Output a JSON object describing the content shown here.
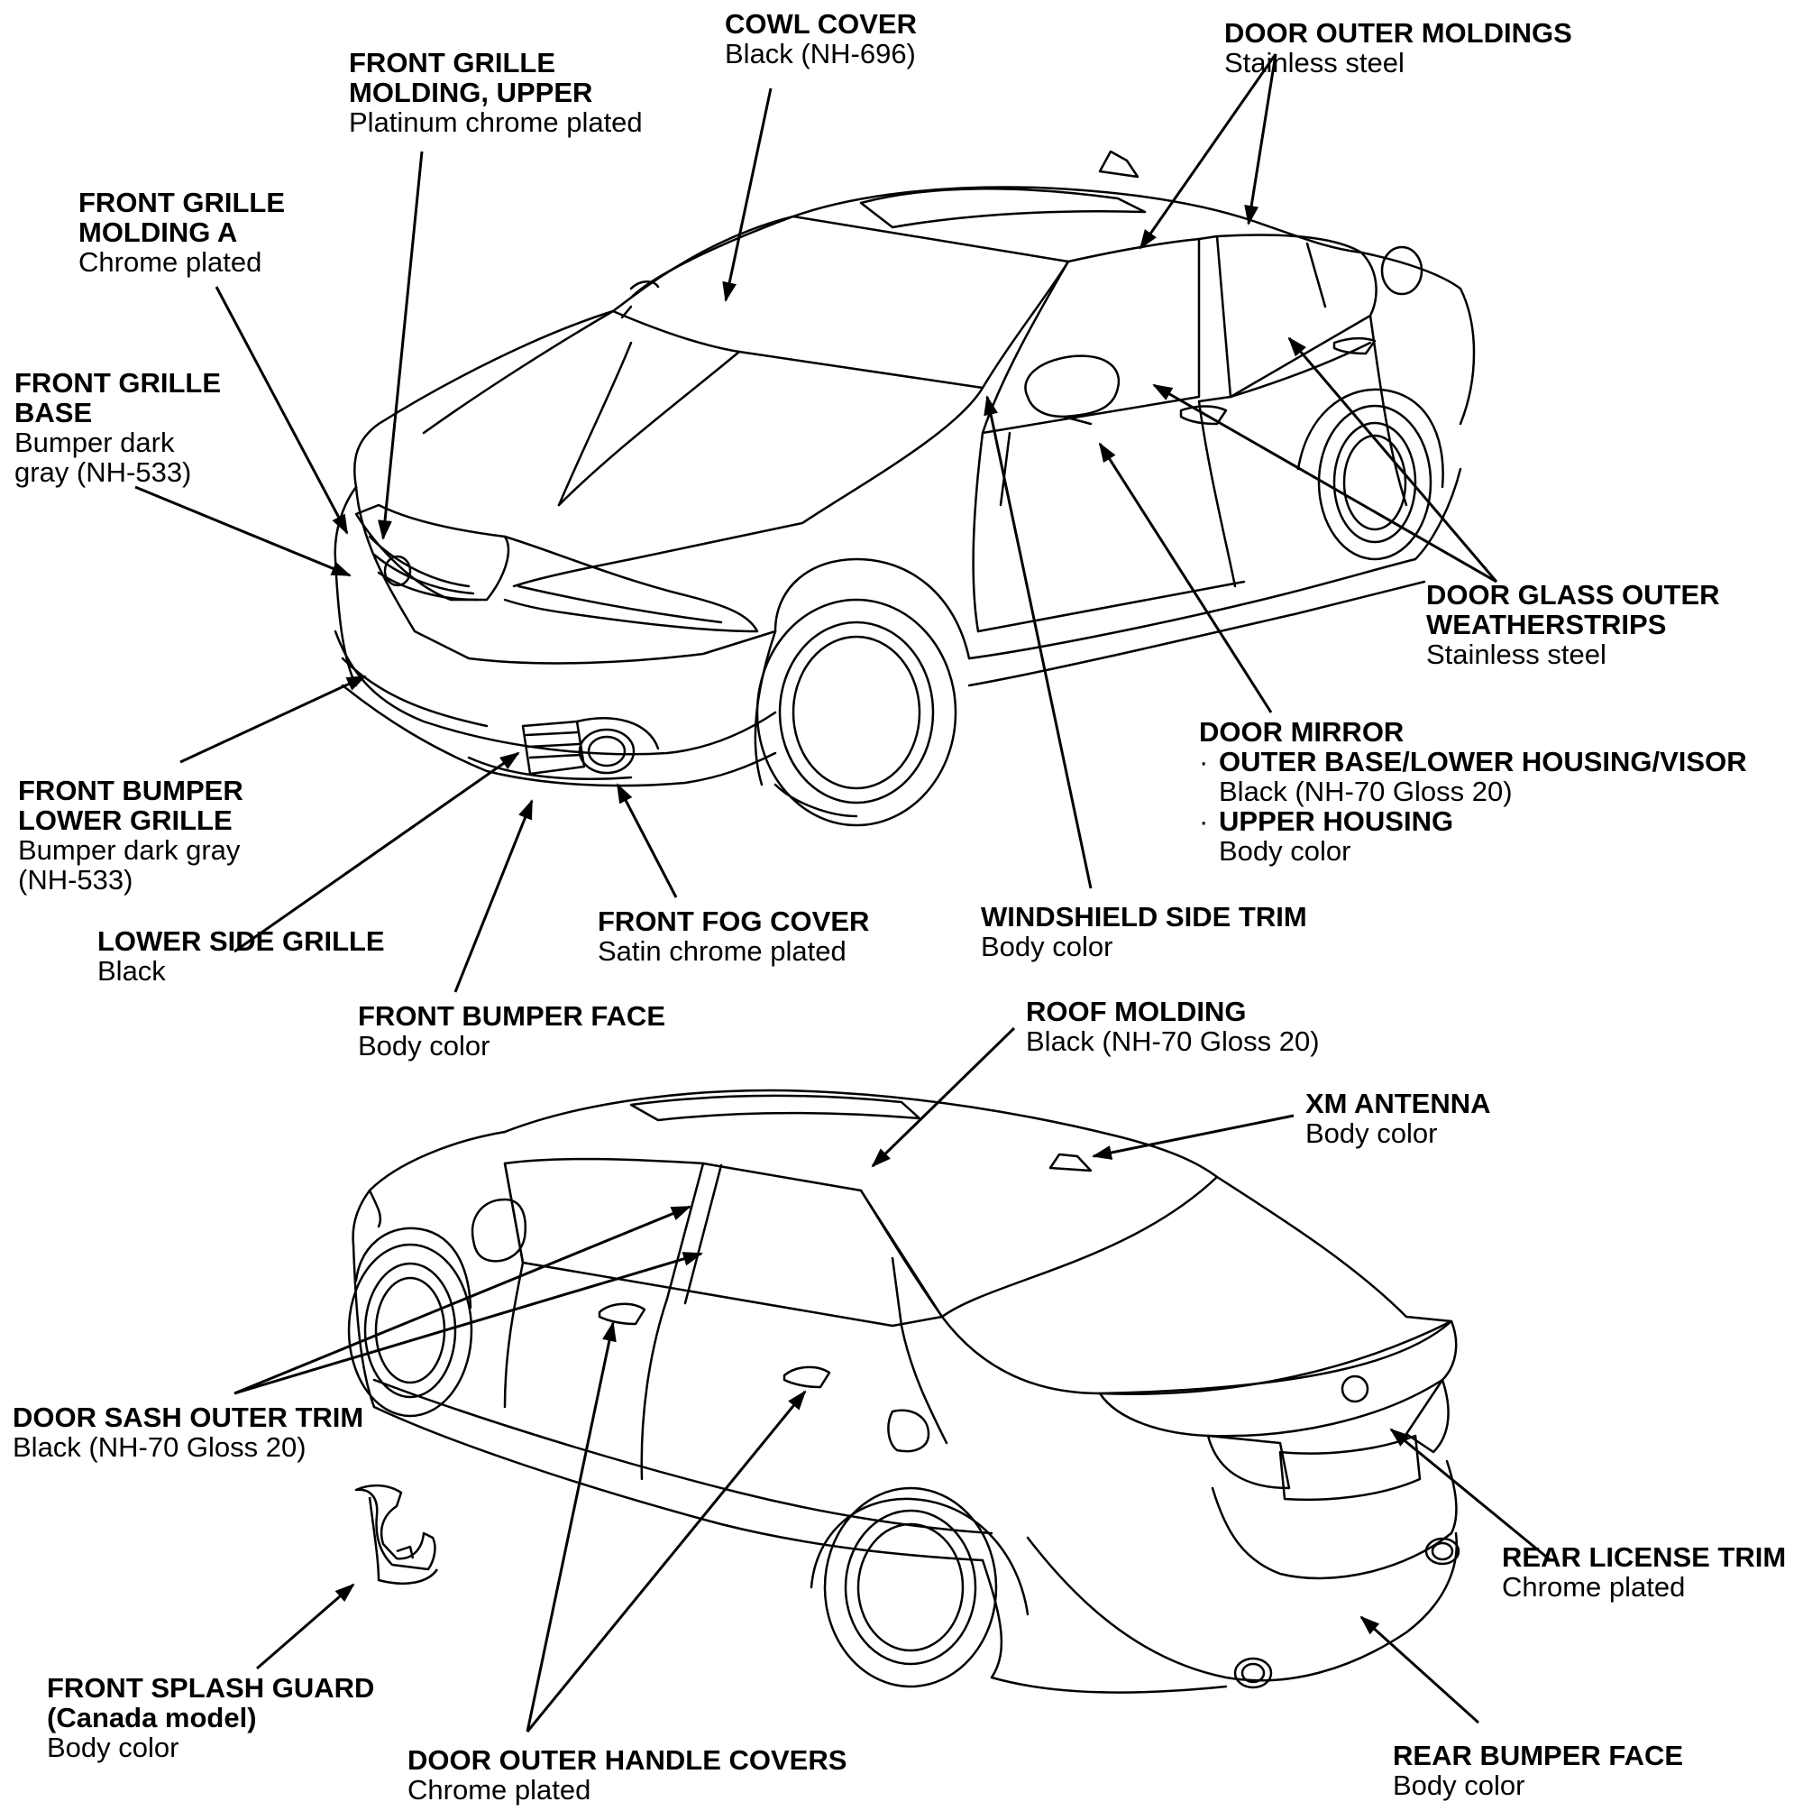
{
  "labels": {
    "cowl_cover": {
      "title": "COWL COVER",
      "desc": "Black (NH-696)"
    },
    "grille_upper": {
      "title1": "FRONT GRILLE",
      "title2": "MOLDING, UPPER",
      "desc": "Platinum chrome plated"
    },
    "grille_a": {
      "title1": "FRONT GRILLE",
      "title2": "MOLDING A",
      "desc": "Chrome plated"
    },
    "grille_base": {
      "title1": "FRONT GRILLE",
      "title2": "BASE",
      "desc1": "Bumper dark",
      "desc2": "gray (NH-533)"
    },
    "door_outer_moldings": {
      "title": "DOOR OUTER MOLDINGS",
      "desc": "Stainless steel"
    },
    "door_glass": {
      "title1": "DOOR GLASS OUTER",
      "title2": "WEATHERSTRIPS",
      "desc": "Stainless steel"
    },
    "door_mirror": {
      "title": "DOOR MIRROR",
      "sub1": "OUTER BASE/LOWER HOUSING/VISOR",
      "sub1_desc": "Black (NH-70 Gloss 20)",
      "sub2": "UPPER HOUSING",
      "sub2_desc": "Body color",
      "bullet": "·"
    },
    "bumper_lower_grille": {
      "title1": "FRONT BUMPER",
      "title2": "LOWER GRILLE",
      "desc1": "Bumper dark gray",
      "desc2": "(NH-533)"
    },
    "lower_side_grille": {
      "title": "LOWER SIDE GRILLE",
      "desc": "Black"
    },
    "front_fog_cover": {
      "title": "FRONT FOG COVER",
      "desc": "Satin chrome plated"
    },
    "windshield_side_trim": {
      "title": "WINDSHIELD SIDE TRIM",
      "desc": "Body color"
    },
    "front_bumper_face": {
      "title": "FRONT BUMPER FACE",
      "desc": "Body color"
    },
    "roof_molding": {
      "title": "ROOF MOLDING",
      "desc": "Black (NH-70 Gloss 20)"
    },
    "xm_antenna": {
      "title": "XM ANTENNA",
      "desc": "Body color"
    },
    "door_sash": {
      "title": "DOOR SASH OUTER TRIM",
      "desc": "Black (NH-70 Gloss 20)"
    },
    "rear_license_trim": {
      "title": "REAR LICENSE TRIM",
      "desc": "Chrome plated"
    },
    "front_splash_guard": {
      "title1": "FRONT SPLASH GUARD",
      "title2": "(Canada model)",
      "desc": "Body color"
    },
    "door_handle_covers": {
      "title": "DOOR OUTER HANDLE COVERS",
      "desc": "Chrome plated"
    },
    "rear_bumper_face": {
      "title": "REAR BUMPER FACE",
      "desc": "Body color"
    }
  }
}
